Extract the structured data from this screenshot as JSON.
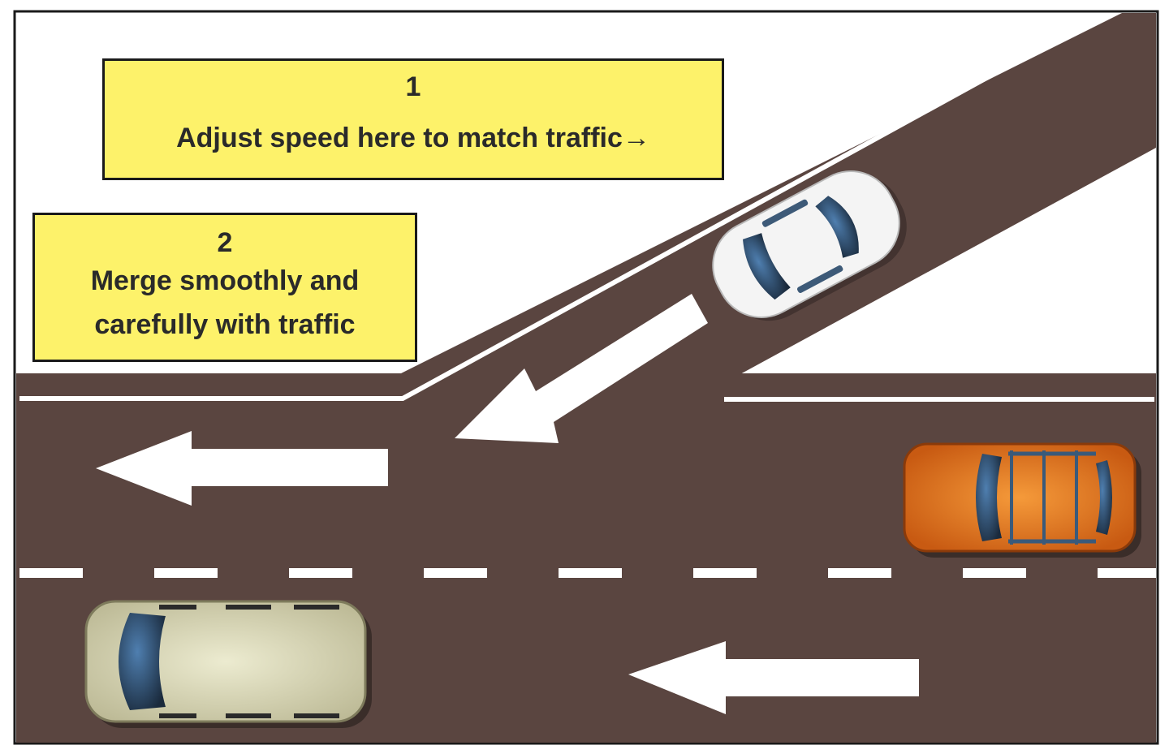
{
  "callouts": [
    {
      "number": "1",
      "text": "Adjust speed here to match traffic→"
    },
    {
      "number": "2",
      "line1": "Merge smoothly and",
      "line2": "carefully with traffic"
    }
  ],
  "colors": {
    "road": "#5a4540",
    "marking": "#ffffff",
    "callout_fill": "#fdf26a",
    "border": "#1a1a1a",
    "car_white": "#f4f4f4",
    "car_orange": "#e8731c",
    "van_beige": "#d9d6b3",
    "windshield": "#24384f"
  },
  "icons": [
    "left-arrow-icon",
    "merge-arrow-icon",
    "car-icon",
    "van-icon"
  ]
}
